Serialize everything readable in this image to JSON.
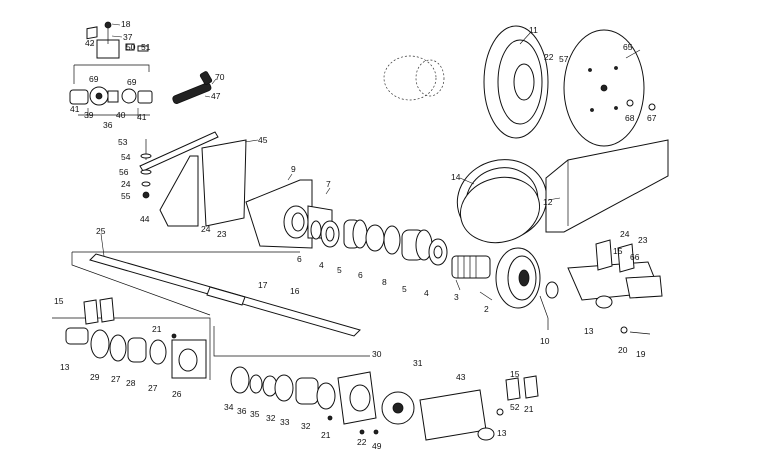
{
  "callouts": [
    {
      "id": "c18",
      "text": "18"
    },
    {
      "id": "c37",
      "text": "37"
    },
    {
      "id": "c42",
      "text": "42"
    },
    {
      "id": "c50",
      "text": "50"
    },
    {
      "id": "c51",
      "text": "51"
    },
    {
      "id": "c69a",
      "text": "69"
    },
    {
      "id": "c69b",
      "text": "69"
    },
    {
      "id": "c70",
      "text": "70"
    },
    {
      "id": "c47",
      "text": "47"
    },
    {
      "id": "c41a",
      "text": "41"
    },
    {
      "id": "c39",
      "text": "39"
    },
    {
      "id": "c40",
      "text": "40"
    },
    {
      "id": "c41b",
      "text": "41"
    },
    {
      "id": "c36a",
      "text": "36"
    },
    {
      "id": "c11",
      "text": "11"
    },
    {
      "id": "c22a",
      "text": "22"
    },
    {
      "id": "c57",
      "text": "57"
    },
    {
      "id": "c65",
      "text": "65"
    },
    {
      "id": "c68",
      "text": "68"
    },
    {
      "id": "c67",
      "text": "67"
    },
    {
      "id": "c53",
      "text": "53"
    },
    {
      "id": "c54",
      "text": "54"
    },
    {
      "id": "c56",
      "text": "56"
    },
    {
      "id": "c24a",
      "text": "24"
    },
    {
      "id": "c55",
      "text": "55"
    },
    {
      "id": "c45",
      "text": "45"
    },
    {
      "id": "c44",
      "text": "44"
    },
    {
      "id": "c24b",
      "text": "24"
    },
    {
      "id": "c23a",
      "text": "23"
    },
    {
      "id": "c9",
      "text": "9"
    },
    {
      "id": "c7",
      "text": "7"
    },
    {
      "id": "c14",
      "text": "14"
    },
    {
      "id": "c12",
      "text": "12"
    },
    {
      "id": "c24c",
      "text": "24"
    },
    {
      "id": "c23b",
      "text": "23"
    },
    {
      "id": "c25",
      "text": "25"
    },
    {
      "id": "c6a",
      "text": "6"
    },
    {
      "id": "c4a",
      "text": "4"
    },
    {
      "id": "c5a",
      "text": "5"
    },
    {
      "id": "c6b",
      "text": "6"
    },
    {
      "id": "c8",
      "text": "8"
    },
    {
      "id": "c5b",
      "text": "5"
    },
    {
      "id": "c4b",
      "text": "4"
    },
    {
      "id": "c3",
      "text": "3"
    },
    {
      "id": "c2",
      "text": "2"
    },
    {
      "id": "c15a",
      "text": "15"
    },
    {
      "id": "c66",
      "text": "66"
    },
    {
      "id": "c17",
      "text": "17"
    },
    {
      "id": "c16",
      "text": "16"
    },
    {
      "id": "c15b",
      "text": "15"
    },
    {
      "id": "c10",
      "text": "10"
    },
    {
      "id": "c13a",
      "text": "13"
    },
    {
      "id": "c20",
      "text": "20"
    },
    {
      "id": "c19",
      "text": "19"
    },
    {
      "id": "c21a",
      "text": "21"
    },
    {
      "id": "c13b",
      "text": "13"
    },
    {
      "id": "c29",
      "text": "29"
    },
    {
      "id": "c27a",
      "text": "27"
    },
    {
      "id": "c28",
      "text": "28"
    },
    {
      "id": "c27b",
      "text": "27"
    },
    {
      "id": "c26",
      "text": "26"
    },
    {
      "id": "c30",
      "text": "30"
    },
    {
      "id": "c31",
      "text": "31"
    },
    {
      "id": "c43",
      "text": "43"
    },
    {
      "id": "c15c",
      "text": "15"
    },
    {
      "id": "c52",
      "text": "52"
    },
    {
      "id": "c21b",
      "text": "21"
    },
    {
      "id": "c34",
      "text": "34"
    },
    {
      "id": "c36b",
      "text": "36"
    },
    {
      "id": "c35",
      "text": "35"
    },
    {
      "id": "c32a",
      "text": "32"
    },
    {
      "id": "c33",
      "text": "33"
    },
    {
      "id": "c32b",
      "text": "32"
    },
    {
      "id": "c21c",
      "text": "21"
    },
    {
      "id": "c22b",
      "text": "22"
    },
    {
      "id": "c49",
      "text": "49"
    },
    {
      "id": "c13c",
      "text": "13"
    }
  ]
}
